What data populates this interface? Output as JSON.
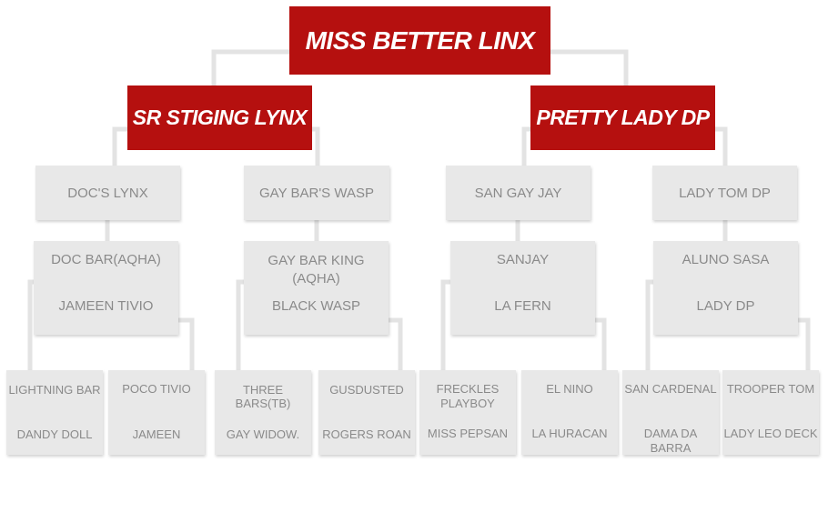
{
  "root": {
    "name": "MISS BETTER LINX"
  },
  "sire": {
    "name": "SR STIGING LYNX"
  },
  "dam": {
    "name": "PRETTY LADY DP"
  },
  "gen2": [
    {
      "name": "DOC'S LYNX"
    },
    {
      "name": "GAY BAR'S WASP"
    },
    {
      "name": "SAN GAY JAY"
    },
    {
      "name": "LADY TOM DP"
    }
  ],
  "gen3": [
    {
      "top": "DOC BAR(AQHA)",
      "bottom": "JAMEEN TIVIO"
    },
    {
      "top": "GAY BAR KING (AQHA)",
      "bottom": "BLACK WASP"
    },
    {
      "top": "SANJAY",
      "bottom": "LA FERN"
    },
    {
      "top": "ALUNO SASA",
      "bottom": "LADY DP"
    }
  ],
  "gen4": [
    {
      "top": "LIGHTNING BAR",
      "bottom": "DANDY DOLL"
    },
    {
      "top": "POCO TIVIO",
      "bottom": "JAMEEN"
    },
    {
      "top": "THREE BARS(TB)",
      "bottom": "GAY WIDOW."
    },
    {
      "top": "GUSDUSTED",
      "bottom": "ROGERS ROAN"
    },
    {
      "top": "FRECKLES PLAYBOY",
      "bottom": "MISS PEPSAN"
    },
    {
      "top": "EL NINO",
      "bottom": "LA HURACAN"
    },
    {
      "top": "SAN CARDENAL",
      "bottom": "DAMA DA BARRA"
    },
    {
      "top": "TROOPER TOM",
      "bottom": "LADY LEO DECK"
    }
  ]
}
